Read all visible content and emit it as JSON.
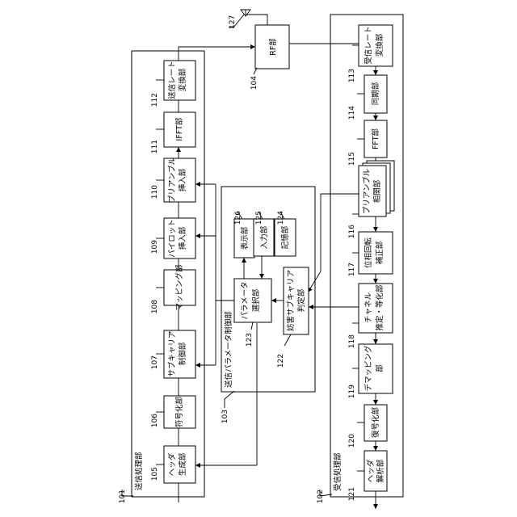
{
  "tx": {
    "title": "送信処理部",
    "num": "101",
    "blocks": {
      "b105": {
        "num": "105",
        "line1": "ヘッダ",
        "line2": "生成部"
      },
      "b106": {
        "num": "106",
        "line1": "符号化部"
      },
      "b107": {
        "num": "107",
        "line1": "サブキャリア",
        "line2": "制御部"
      },
      "b108": {
        "num": "108",
        "line1": "マッピング部"
      },
      "b109": {
        "num": "109",
        "line1": "パイロット",
        "line2": "挿入部"
      },
      "b110": {
        "num": "110",
        "line1": "プリアンブル",
        "line2": "挿入部"
      },
      "b111": {
        "num": "111",
        "line1": "IFFT部"
      },
      "b112": {
        "num": "112",
        "line1": "送信レート",
        "line2": "変換部"
      }
    }
  },
  "ctrl": {
    "title": "送信パラメータ制御部",
    "num": "103",
    "blocks": {
      "b123": {
        "num": "123",
        "line1": "パラメータ",
        "line2": "選択部"
      },
      "b124": {
        "num": "124",
        "line1": "記憶部"
      },
      "b125": {
        "num": "125",
        "line1": "入力部"
      },
      "b126": {
        "num": "126",
        "line1": "表示部"
      },
      "b122": {
        "num": "122",
        "line1": "妨害サブキャリア",
        "line2": "判定部"
      }
    }
  },
  "rf": {
    "num": "104",
    "label": "RF部",
    "antenna_num": "127"
  },
  "rx": {
    "title": "受信処理部",
    "num": "102",
    "blocks": {
      "b113": {
        "num": "113",
        "line1": "受信レート",
        "line2": "変換部"
      },
      "b114": {
        "num": "114",
        "line1": "同期部"
      },
      "b115": {
        "num": "115",
        "line1": "FFT部"
      },
      "b116": {
        "num": "116",
        "line1": "プリアンブル",
        "line2": "相関部"
      },
      "b117": {
        "num": "117",
        "line1": "位相回転",
        "line2": "補正部"
      },
      "b118": {
        "num": "118",
        "line1": "チャネル",
        "line2": "推定・等化部"
      },
      "b119": {
        "num": "119",
        "line1": "デマッピング",
        "line2": "部"
      },
      "b120": {
        "num": "120",
        "line1": "復号化部"
      },
      "b121": {
        "num": "121",
        "line1": "ヘッダ",
        "line2": "解析部"
      }
    }
  }
}
